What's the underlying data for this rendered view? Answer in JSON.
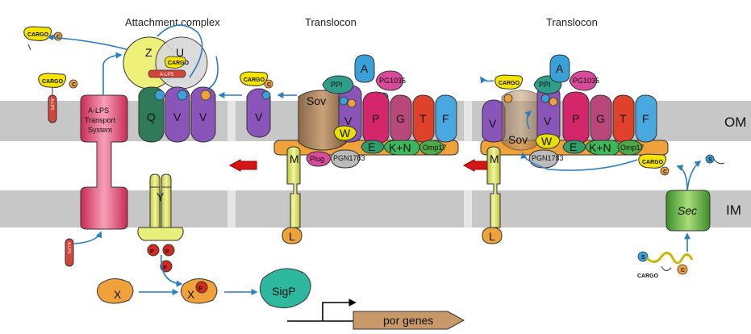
{
  "headers": {
    "attachment": "Attachment complex",
    "translocon": "Translocon"
  },
  "labels": {
    "om": "OM",
    "im": "IM",
    "cargo": "CARGO",
    "c": "C",
    "s": "S",
    "alps": "A-LPS",
    "alps_transport": [
      "A-LPS",
      "Transport",
      "System"
    ],
    "z": "Z",
    "u": "U",
    "q": "Q",
    "v": "V",
    "y": "Y",
    "p": "P",
    "x": "X",
    "sigp": "SigP",
    "por_genes": "por genes",
    "sov": "Sov",
    "ppi": "PPI",
    "a": "A",
    "pg1035": "PG1035",
    "pletter": "P",
    "g": "G",
    "t": "T",
    "f": "F",
    "w": "W",
    "e": "E",
    "kn": "K+N",
    "omp17": "Omp17",
    "plug": "Plug",
    "pgn1783": "PGN1783",
    "m": "M",
    "l": "L",
    "sec": "Sec"
  },
  "colors": {
    "membrane": "#c7c7c7",
    "flow_arrow": "#2b7cc0",
    "red_arrow": "#d31616",
    "cargo": "#f4e400"
  }
}
